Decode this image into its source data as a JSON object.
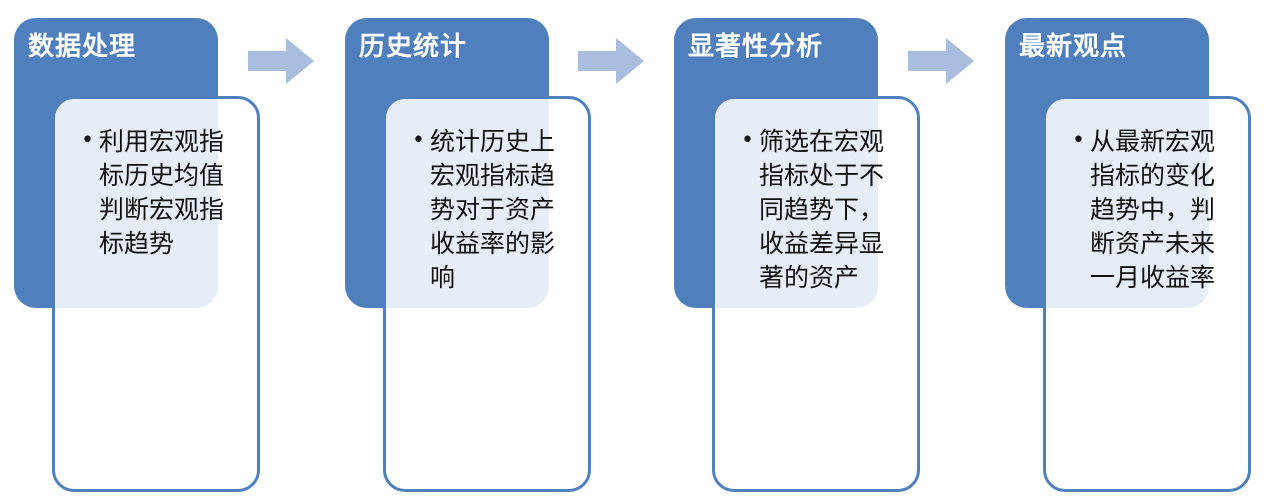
{
  "steps": [
    {
      "title": "数据处理",
      "detail": "利用宏观指标历史均值判断宏观指标趋势"
    },
    {
      "title": "历史统计",
      "detail": "统计历史上宏观指标趋势对于资产收益率的影响"
    },
    {
      "title": "显著性分析",
      "detail": "筛选在宏观指标处于不同趋势下，收益差异显著的资产"
    },
    {
      "title": "最新观点",
      "detail": "从最新宏观指标的变化趋势中，判断资产未来一月收益率"
    }
  ],
  "bullet": "•",
  "colors": {
    "header": "#4f7fbd",
    "border": "#4f7fbd",
    "arrow": "#a9bddf",
    "text": "#111111",
    "title": "#ffffff"
  },
  "icons": {
    "arrow": "right-arrow-icon"
  }
}
